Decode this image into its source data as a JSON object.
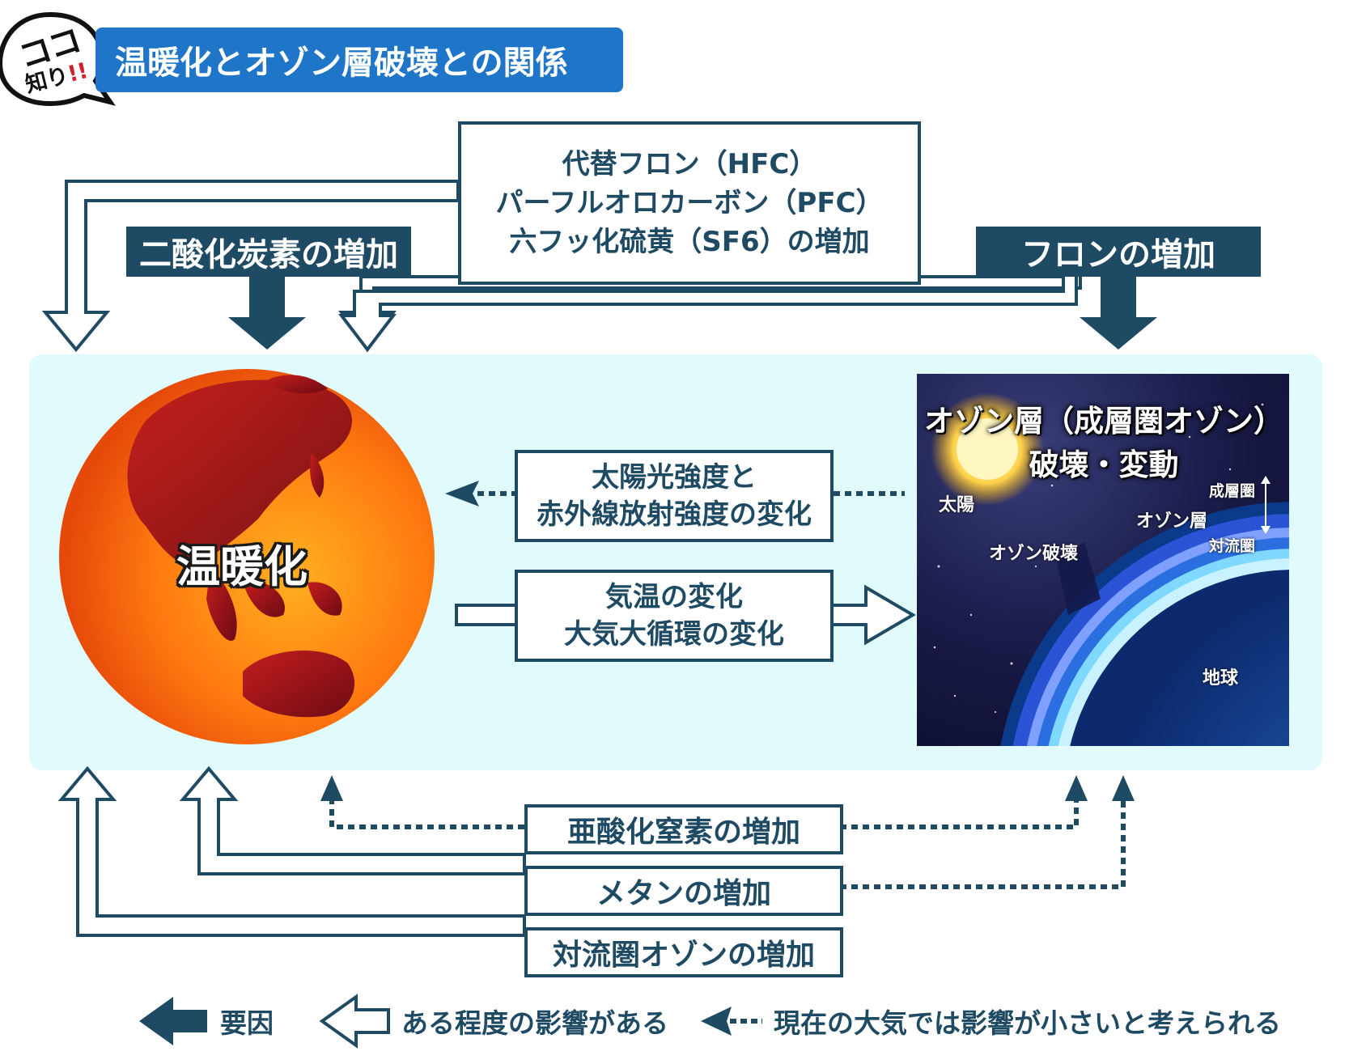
{
  "header": {
    "badge_top": "ココ",
    "badge_bottom": "知り",
    "badge_exclaim": "!!",
    "title": "温暖化とオゾン層破壊との関係"
  },
  "top": {
    "substitute_freon": [
      "代替フロン（HFC）",
      "パーフルオロカーボン（PFC）",
      "六フッ化硫黄（SF6）の増加"
    ],
    "co2": "二酸化炭素の増加",
    "freon": "フロンの増加"
  },
  "earth": {
    "label": "温暖化"
  },
  "middle": {
    "solar": [
      "太陽光強度と",
      "赤外線放射強度の変化"
    ],
    "temperature": [
      "気温の変化",
      "大気大循環の変化"
    ]
  },
  "ozone_panel": {
    "title_line1": "オゾン層（成層圏オゾン）",
    "title_line2": "破壊・変動",
    "sun": "太陽",
    "stratosphere": "成層圏",
    "ozone_layer": "オゾン層",
    "troposphere": "対流圏",
    "ozone_destruction": "オゾン破壊",
    "earth": "地球"
  },
  "bottom": {
    "n2o": "亜酸化窒素の増加",
    "methane": "メタンの増加",
    "tropo_ozone": "対流圏オゾンの増加"
  },
  "legend": {
    "cause": "要因",
    "some_effect": "ある程度の影響がある",
    "small_effect": "現在の大気では影響が小さいと考えられる"
  },
  "colors": {
    "primary": "#1f4a63",
    "title_blue": "#1f76c8",
    "panel_bg": "#e1fbfd",
    "earth_orange": "#ff8c1a",
    "earth_dark": "#8a0f1a"
  }
}
